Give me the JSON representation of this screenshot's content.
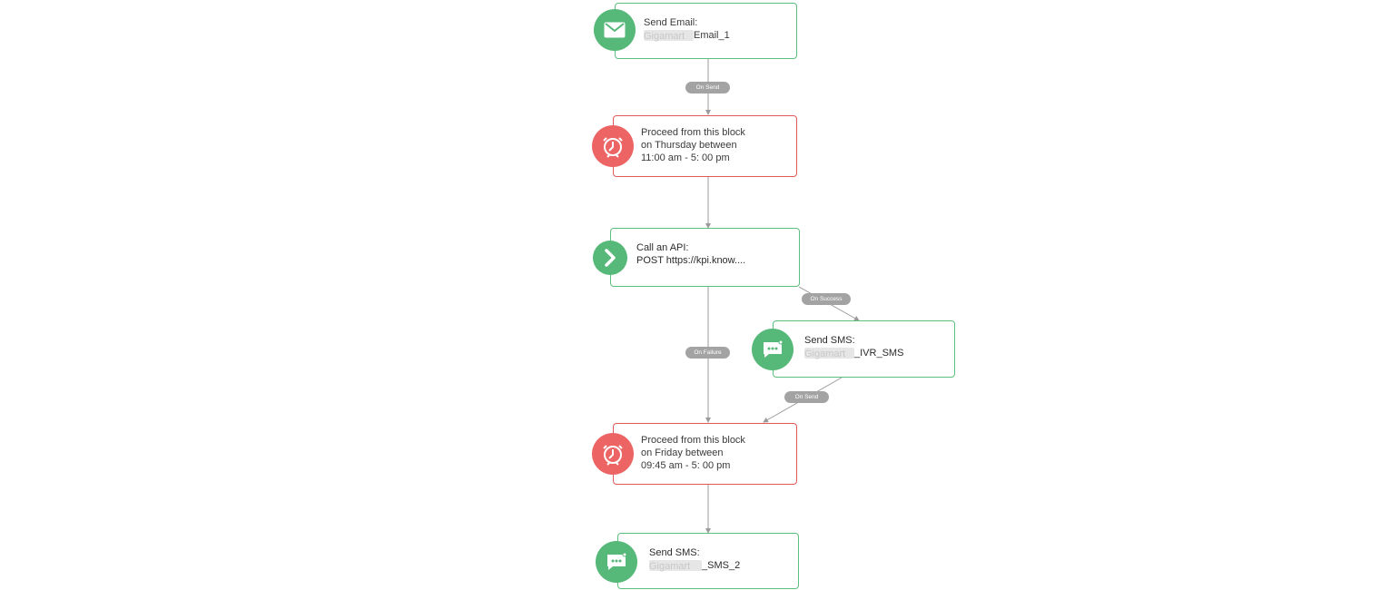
{
  "colors": {
    "success": "#56b879",
    "delay": "#ec6464",
    "connector": "#9b9b9b",
    "pill": "#a3a3a3"
  },
  "nodes": {
    "send_email": {
      "icon": "mail-icon",
      "title": "Send Email:",
      "value_suffix": "Email_1",
      "redacted_text": "Gigamart"
    },
    "delay_1": {
      "icon": "clock-icon",
      "line1": "Proceed from this block",
      "line2": "on Thursday between",
      "line3": "11:00 am - 5: 00 pm"
    },
    "call_api": {
      "icon": "chevron-right-icon",
      "title": "Call an API:",
      "value": "POST https://kpi.know...."
    },
    "send_sms_1": {
      "icon": "message-icon",
      "title": "Send SMS:",
      "value_suffix": "_IVR_SMS",
      "redacted_text": "Gigamart"
    },
    "delay_2": {
      "icon": "clock-icon",
      "line1": "Proceed from this block",
      "line2": "on Friday between",
      "line3": "09:45 am - 5: 00 pm"
    },
    "send_sms_2": {
      "icon": "message-icon",
      "title": "Send SMS:",
      "value_suffix": "_SMS_2",
      "redacted_text": "Gigamart"
    }
  },
  "edges": {
    "email_to_delay": "On Send",
    "api_success": "On Success",
    "api_failure": "On Failure",
    "sms_to_delay": "On Send"
  }
}
